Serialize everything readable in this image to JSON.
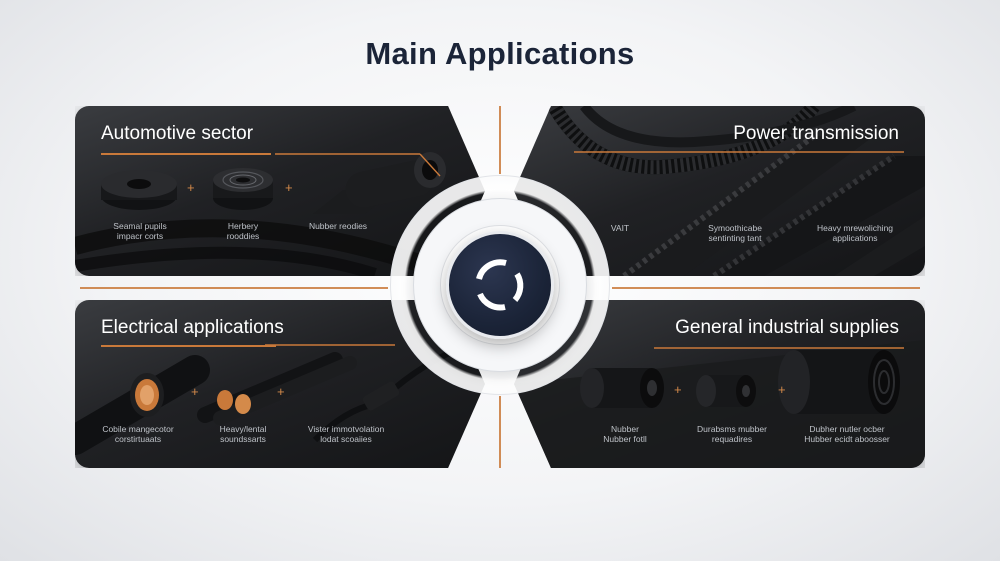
{
  "title": "Main Applications",
  "accent_color": "#c9793a",
  "hub": {
    "icon": "circular-arrows-icon"
  },
  "panels": {
    "automotive": {
      "title": "Automotive sector",
      "captions": [
        "Seamal pupils\nimpacr corts",
        "Herbery\nrooddies",
        "Nubber reodies"
      ]
    },
    "power": {
      "title": "Power transmission",
      "captions": [
        "VAIT",
        "Symoothicabe\nsentinting tant",
        "Heavy mrewoliching\napplications"
      ]
    },
    "electrical": {
      "title": "Electrical applications",
      "captions": [
        "Cobile mangecotor\ncorstirtuaats",
        "Heavy/lental\nsoundssarts",
        "Vister immotvolation\nlodat scoaiies"
      ]
    },
    "industrial": {
      "title": "General industrial supplies",
      "captions": [
        "Nubber\nNubber fotll",
        "Durabsms mubber\nrequadires",
        "Dubher nutler ocber\nHubber ecidt aboosser"
      ]
    }
  }
}
